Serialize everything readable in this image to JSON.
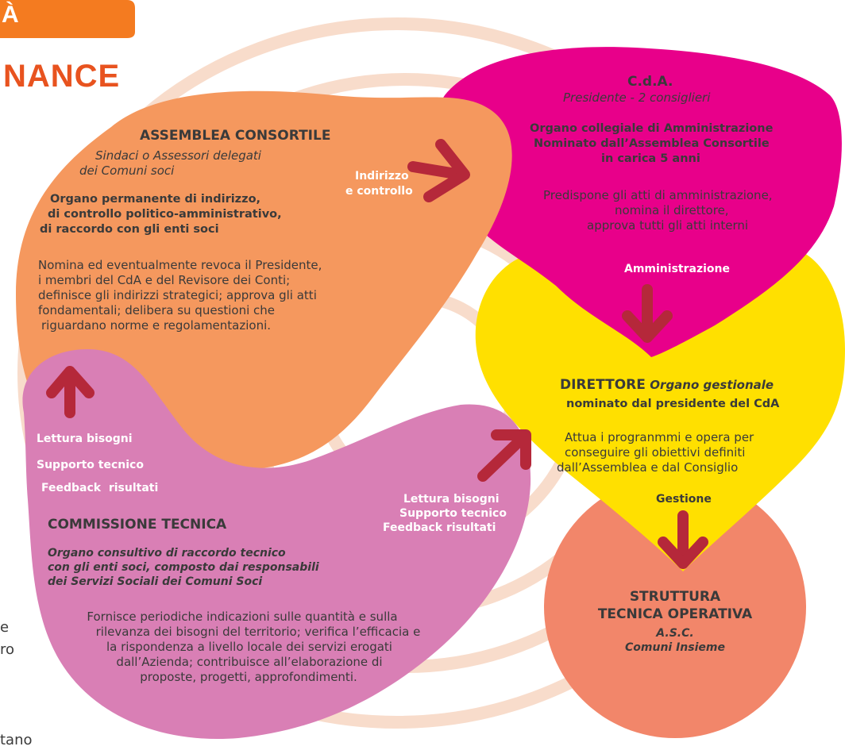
{
  "header": {
    "tab_letter": "À",
    "title_fragment": "NANCE"
  },
  "assemblea": {
    "title": "ASSEMBLEA CONSORTILE",
    "subtitle_line1": "Sindaci o Assessori delegati",
    "subtitle_line2": "dei Comuni soci",
    "role_line1": "Organo permanente di indirizzo,",
    "role_line2": "di controllo politico-amministrativo,",
    "role_line3": "di raccordo con gli enti soci",
    "desc_line1": "Nomina ed eventualmente revoca il Presidente,",
    "desc_line2": "i membri del CdA e del Revisore dei Conti;",
    "desc_line3": "definisce gli indirizzi strategici; approva gli atti",
    "desc_line4": "fondamentali; delibera su questioni che",
    "desc_line5": "riguardano norme e regolamentazioni."
  },
  "indirizzo": {
    "line1": "Indirizzo",
    "line2": "e controllo"
  },
  "cda": {
    "title": "C.d.A.",
    "subtitle": "Presidente - 2 consiglieri",
    "role_line1": "Organo collegiale di Amministrazione",
    "role_line2": "Nominato dall’Assemblea Consortile",
    "role_line3": "in carica 5 anni",
    "desc_line1": "Predispone gli atti di amministrazione,",
    "desc_line2": "nomina il direttore,",
    "desc_line3": "approva tutti gli atti interni",
    "flow_label": "Amministrazione"
  },
  "direttore": {
    "title": "DIRETTORE",
    "title_italic": "Organo gestionale",
    "role": "nominato dal presidente del CdA",
    "desc_line1": "Attua i progranmmi e opera per",
    "desc_line2": "conseguire gli obiettivi definiti",
    "desc_line3": "dall’Assemblea e dal Consiglio",
    "flow_label": "Gestione"
  },
  "struttura": {
    "title_line1": "STRUTTURA",
    "title_line2": "TECNICA OPERATIVA",
    "sub_line1": "A.S.C.",
    "sub_line2": "Comuni Insieme"
  },
  "left_labels": {
    "line1": "Lettura bisogni",
    "line2": "Supporto tecnico",
    "line3": "Feedback  risultati"
  },
  "right_labels": {
    "line1": "Lettura bisogni",
    "line2": "Supporto tecnico",
    "line3": "Feedback risultati"
  },
  "commissione": {
    "title": "COMMISSIONE TECNICA",
    "role_line1": "Organo consultivo di raccordo tecnico",
    "role_line2": "con gli enti soci, composto dai responsabili",
    "role_line3": "dei Servizi Sociali dei Comuni Soci",
    "desc_line1": "Fornisce periodiche indicazioni sulle quantità e sulla",
    "desc_line2": "rilevanza dei bisogni del territorio; verifica l’efficacia e",
    "desc_line3": "la rispondenza a livello locale dei servizi erogati",
    "desc_line4": "dall’Azienda; contribuisce all’elaborazione di",
    "desc_line5": "proposte, progetti, approfondimenti."
  },
  "edge_fragments": {
    "frag1": "e",
    "frag2": "ro",
    "frag3": "tano"
  },
  "colors": {
    "orange": "#F5985E",
    "magenta": "#E8008A",
    "yellow": "#FFE000",
    "salmon": "#F2866A",
    "pink": "#D97FB5",
    "arrow": "#B5283A",
    "title_orange": "#E8531F",
    "spiral": "#F8DCCB"
  }
}
